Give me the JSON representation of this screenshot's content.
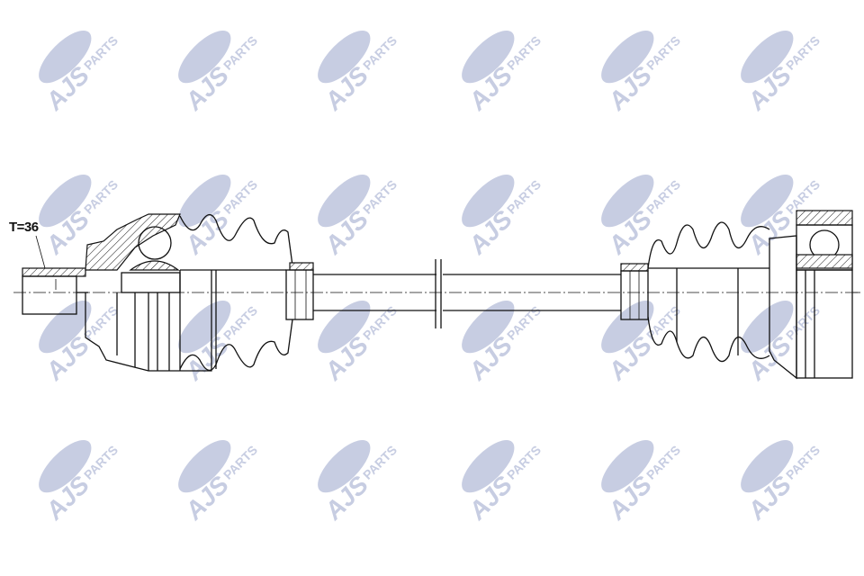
{
  "watermark": {
    "text_main": "AJS",
    "text_sub": "PARTS",
    "color": "#c7cde2"
  },
  "annotation": {
    "thread_label": "T=36"
  },
  "colors": {
    "line": "#111111",
    "background": "#ffffff"
  }
}
